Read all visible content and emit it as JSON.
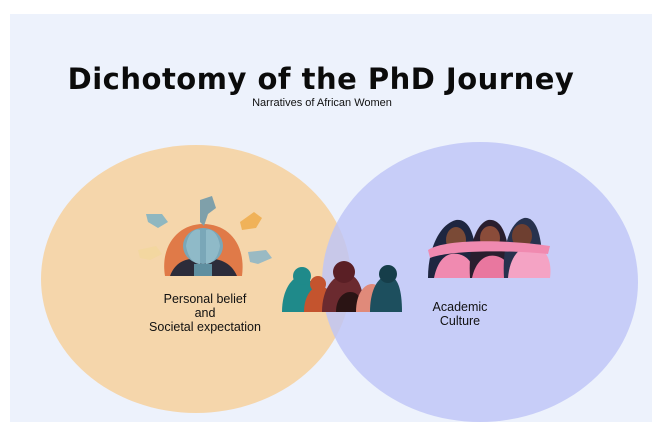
{
  "title": "Dichotomy of the PhD Journey",
  "subtitle": "Narratives of African Women",
  "left_circle": {
    "color": "#f6d4a6",
    "lines": [
      "Personal belief",
      "and",
      "Societal expectation"
    ]
  },
  "right_circle": {
    "color": "#bec4f6",
    "lines": [
      "Academic",
      "Culture"
    ]
  },
  "background": "#edf2fc"
}
